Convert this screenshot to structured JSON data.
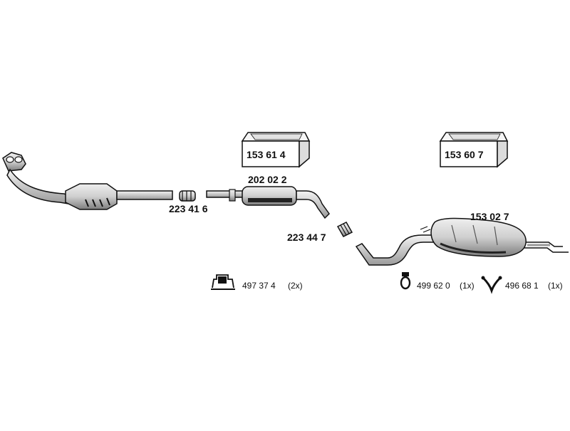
{
  "parts": {
    "box_left": "153 61 4",
    "box_right": "153 60 7",
    "front_muffler": "202 02 2",
    "clamp_front": "223 41 6",
    "clamp_mid": "223 44 7",
    "rear_muffler": "153 02 7"
  },
  "legend": {
    "bracket": {
      "code": "497 37 4",
      "qty": "(2x)"
    },
    "hanger": {
      "code": "499 62 0",
      "qty": "(1x)"
    },
    "mount": {
      "code": "496 68 1",
      "qty": "(1x)"
    }
  },
  "colors": {
    "ink": "#111111",
    "metal": "#cfcfcf",
    "shade": "#8a8a8a"
  }
}
